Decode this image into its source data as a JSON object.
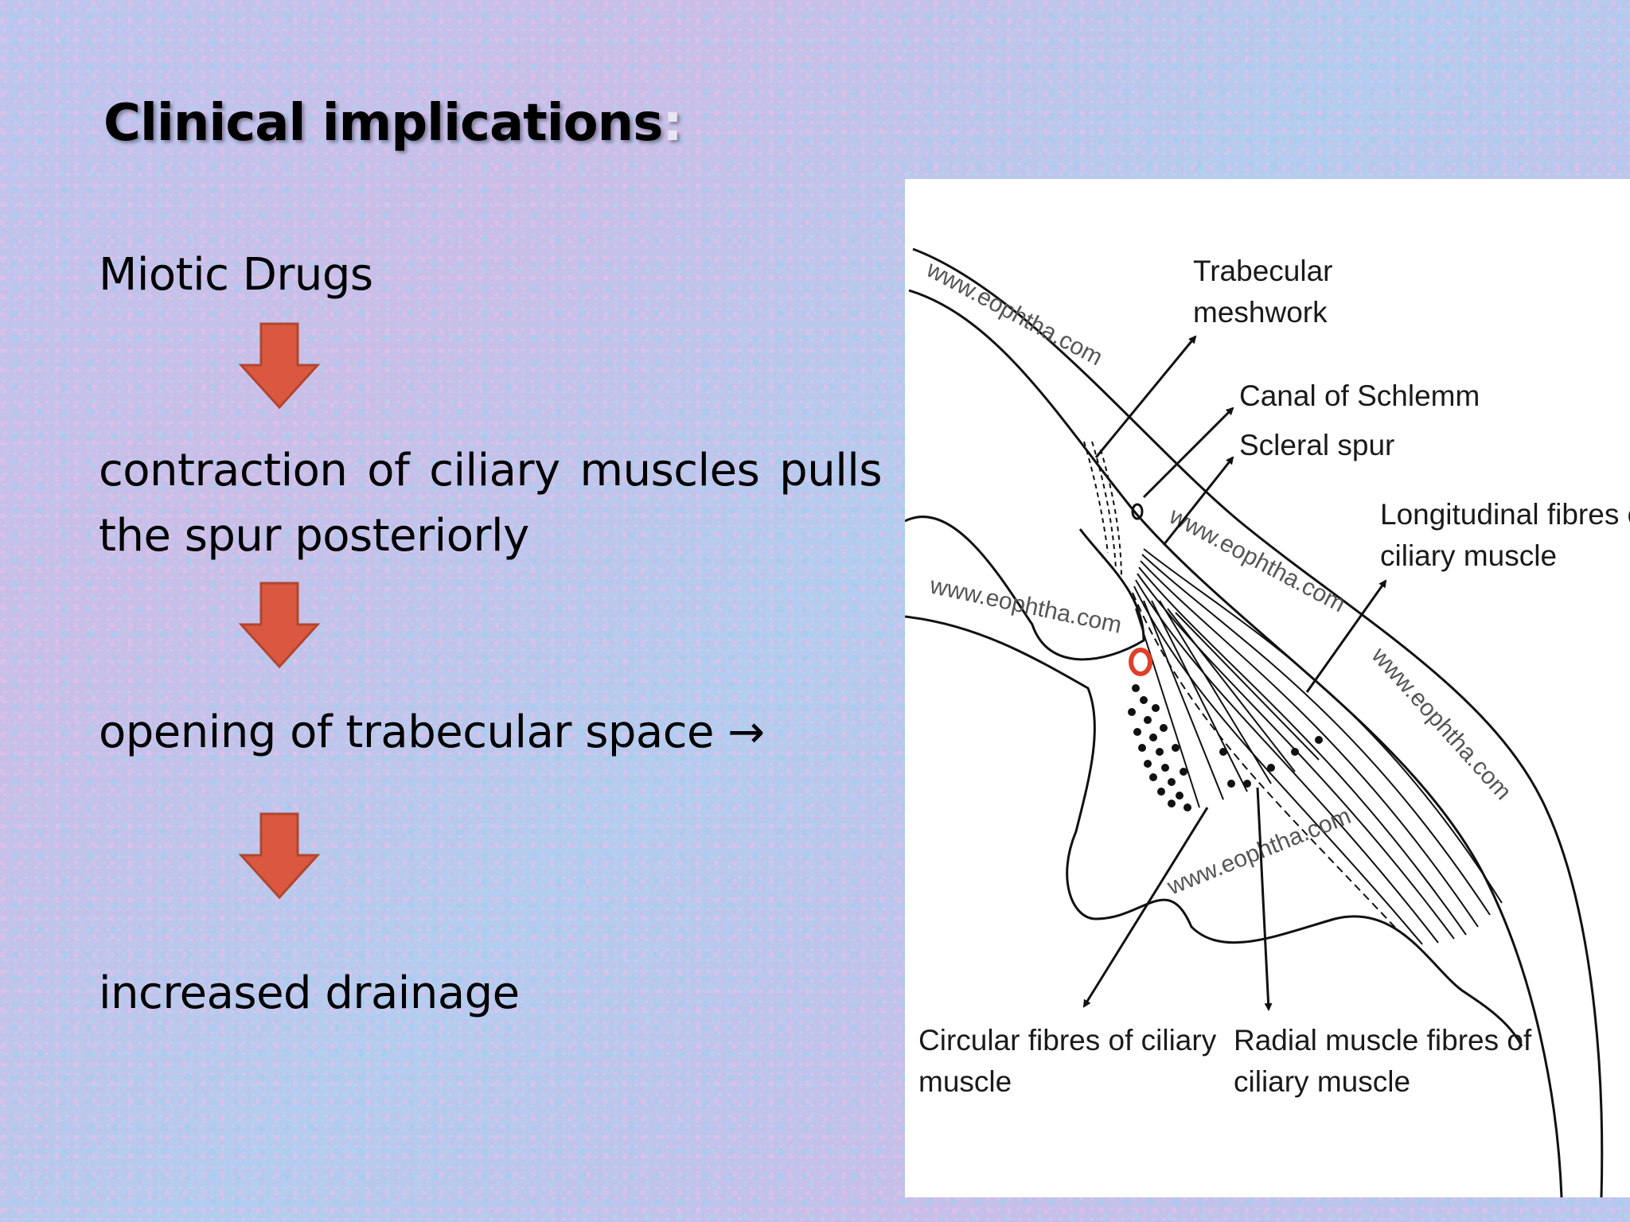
{
  "slide": {
    "title": "Clinical implications",
    "title_colon": ":",
    "steps": [
      "Miotic Drugs",
      "contraction of ciliary muscles pulls the spur posteriorly",
      "opening of trabecular space →",
      "increased drainage"
    ],
    "arrow_color": "#d9583f"
  },
  "figure": {
    "labels": {
      "trabecular_line1": "Trabecular",
      "trabecular_line2": "meshwork",
      "canal": "Canal of Schlemm",
      "spur": "Scleral spur",
      "longitudinal_line1": "Longitudinal fibres of",
      "longitudinal_line2": "ciliary muscle",
      "circular_line1": "Circular fibres of ciliary",
      "circular_line2": "muscle",
      "radial_line1": "Radial muscle fibres of",
      "radial_line2": "ciliary muscle"
    },
    "watermark": "www.eophtha.com"
  }
}
